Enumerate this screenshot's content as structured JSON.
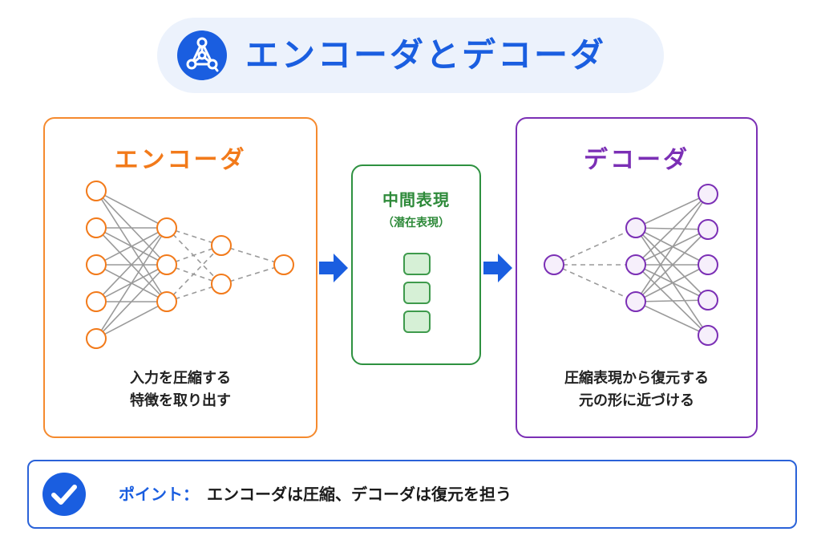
{
  "header": {
    "title": "エンコーダとデコーダ",
    "icon": "network-icon"
  },
  "encoder": {
    "title": "エンコーダ",
    "description_lines": [
      "入力を圧縮する",
      "特徴を取り出す"
    ],
    "color": "#f27a1a",
    "layer_sizes": [
      5,
      3,
      2,
      1
    ]
  },
  "latent": {
    "title": "中間表現",
    "subtitle": "（潜在表現）",
    "color": "#2e9140",
    "box_count": 3
  },
  "decoder": {
    "title": "デコーダ",
    "description_lines": [
      "圧縮表現から復元する",
      "元の形に近づける"
    ],
    "color": "#7b2fb5",
    "layer_sizes": [
      1,
      3,
      5
    ]
  },
  "point": {
    "label": "ポイント：",
    "text": "エンコーダは圧縮、デコーダは復元を担う",
    "icon": "check-circle-icon"
  },
  "colors": {
    "accent": "#1a5ee0",
    "title_bg": "#ecf2fc"
  }
}
